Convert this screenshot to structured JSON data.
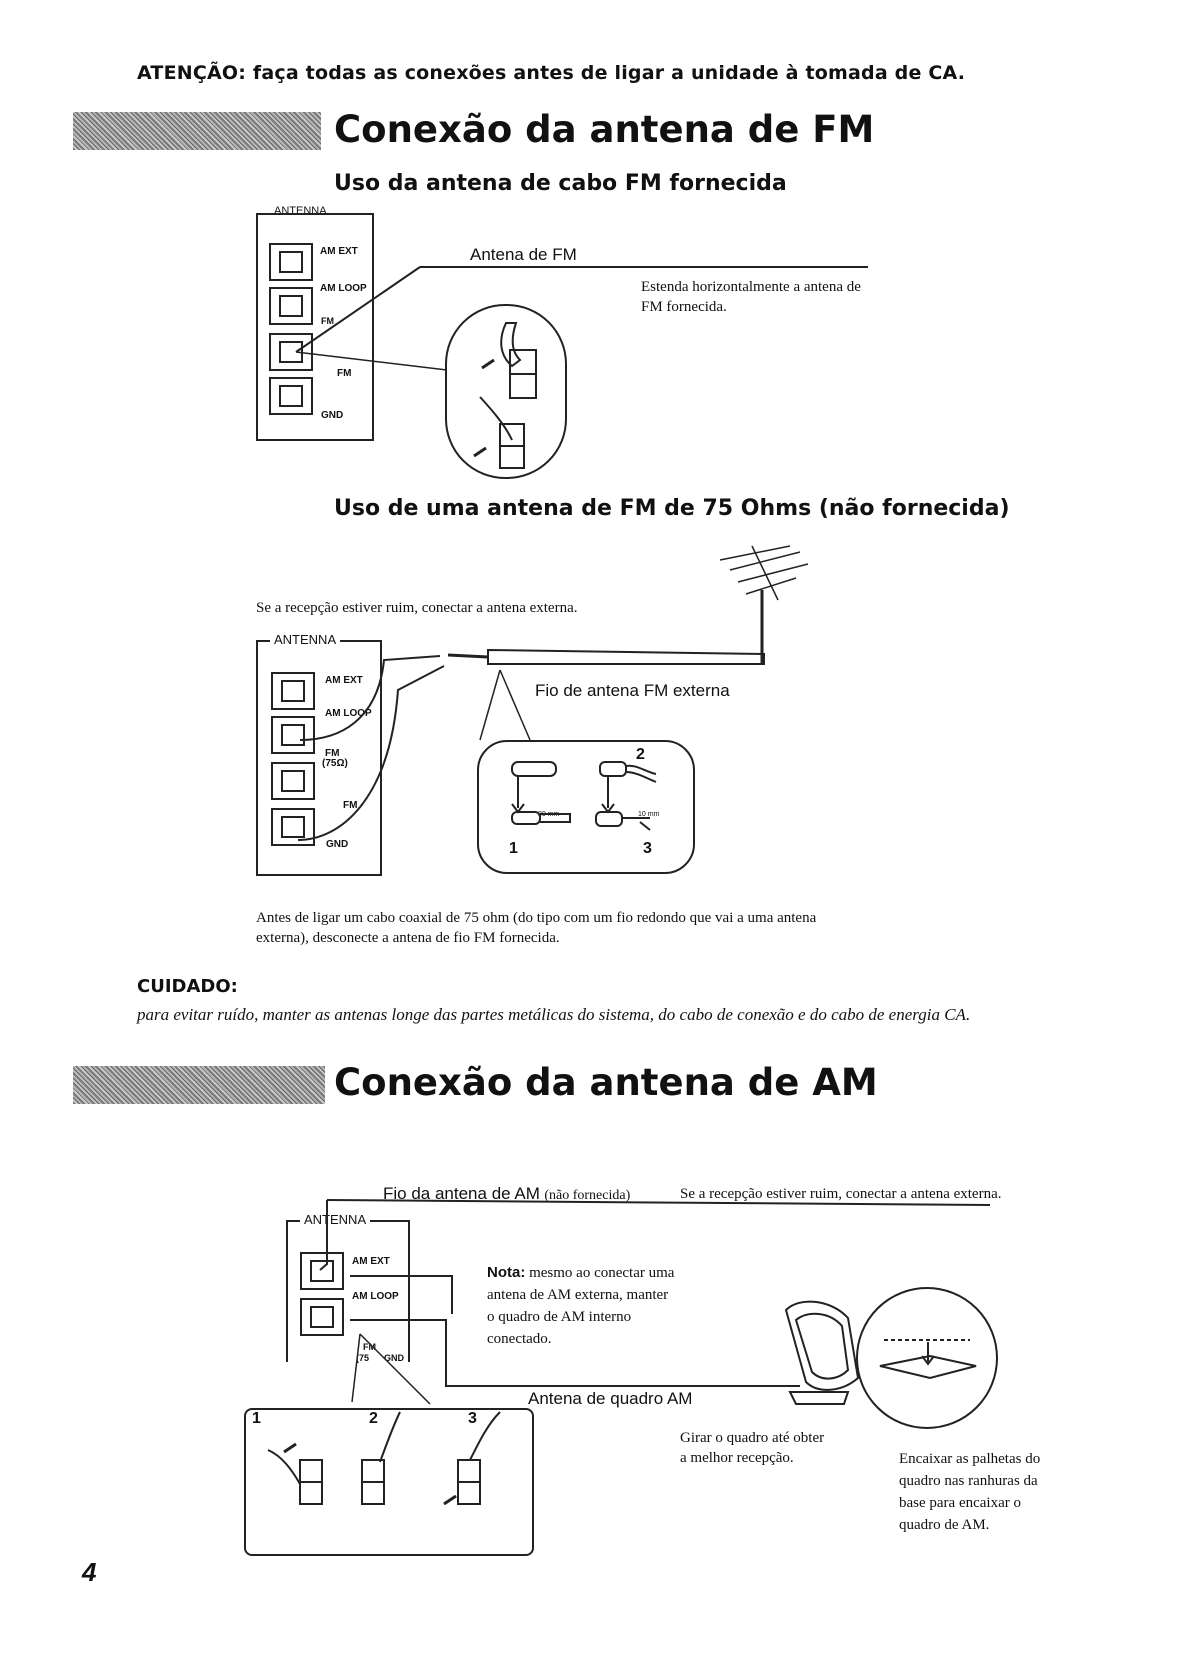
{
  "warning": "ATENÇÃO: faça todas as conexões antes de ligar a unidade à tomada de CA.",
  "fm_section": {
    "title": "Conexão da antena de FM",
    "sub1": {
      "title": "Uso da antena de cabo FM fornecida",
      "panel_title": "ANTENNA",
      "terminals": [
        "AM EXT",
        "AM LOOP",
        "FM",
        "FM",
        "GND"
      ],
      "antenna_label": "Antena de  FM",
      "instruction_line1": "Estenda horizontalmente a antena de",
      "instruction_line2": "FM fornecida."
    },
    "sub2": {
      "title": "Uso de uma antena de FM de 75 Ohms (não fornecida)",
      "intro": "Se a recepção estiver ruim, conectar a antena externa.",
      "panel_title": "ANTENNA",
      "terminals": [
        "AM EXT",
        "AM LOOP",
        "FM",
        "(75Ω)",
        "FM",
        "GND"
      ],
      "wire_label": "Fio de antena FM externa",
      "steps": [
        "1",
        "2",
        "3"
      ],
      "dims": [
        "20 mm",
        "10 mm"
      ],
      "note_line1": "Antes de ligar um cabo coaxial de 75 ohm (do tipo com um fio redondo que vai a uma antena",
      "note_line2": "externa), desconecte a antena de fio FM fornecida."
    },
    "caution_title": "CUIDADO:",
    "caution_text": "para evitar ruído, manter as antenas longe das partes metálicas do sistema, do cabo de conexão e do cabo de energia CA."
  },
  "am_section": {
    "title": "Conexão da antena de AM",
    "wire_label": "Fio da antena de AM",
    "wire_label_note": "(não fornecida)",
    "wire_instruction": "Se a recepção estiver ruim, conectar a antena externa.",
    "panel_title": "ANTENNA",
    "terminals": [
      "AM EXT",
      "AM LOOP",
      "FM",
      "(75",
      "GND"
    ],
    "note_bold": "Nota:",
    "note_line1": "mesmo ao conectar uma",
    "note_line2": "antena de AM externa, manter",
    "note_line3": "o quadro de AM interno",
    "note_line4": "conectado.",
    "loop_label": "Antena de quadro AM",
    "rotate_line1": "Girar o quadro até obter",
    "rotate_line2": "a melhor recepção.",
    "fit_line1": "Encaixar as palhetas do",
    "fit_line2": "quadro nas ranhuras da",
    "fit_line3": "base para encaixar o",
    "fit_line4": "quadro de AM.",
    "steps": [
      "1",
      "2",
      "3"
    ]
  },
  "page_number": "4"
}
